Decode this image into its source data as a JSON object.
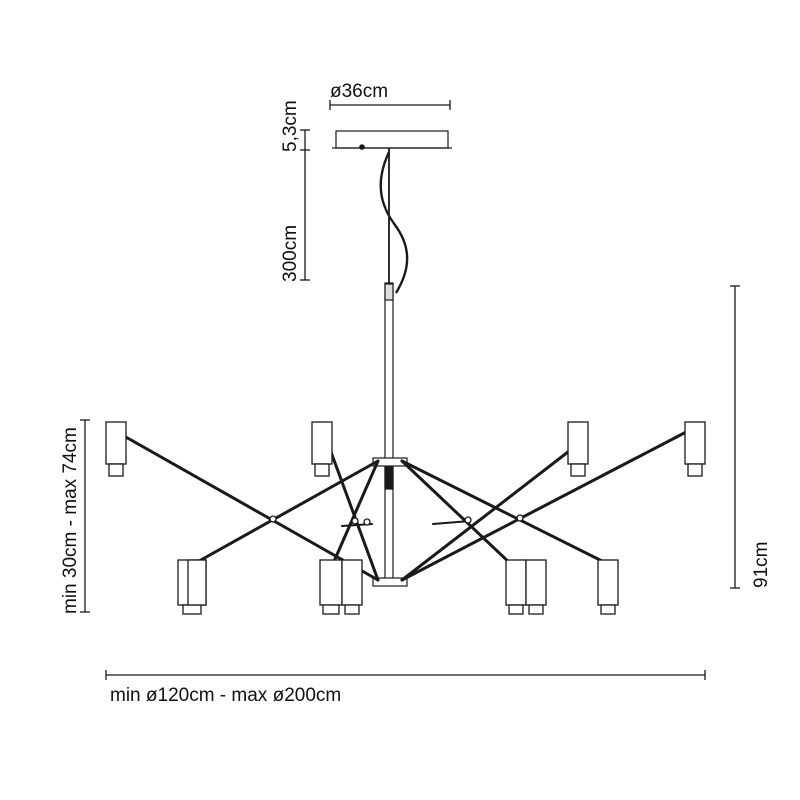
{
  "dimensions": {
    "canopy_diameter": "ø36cm",
    "canopy_height": "5,3cm",
    "cable_length": "300cm",
    "arm_height": "min 30cm - max 74cm",
    "body_height": "91cm",
    "overall_diameter": "min ø120cm - max ø200cm"
  },
  "colors": {
    "line": "#1a1a1a",
    "fill": "#ffffff"
  }
}
